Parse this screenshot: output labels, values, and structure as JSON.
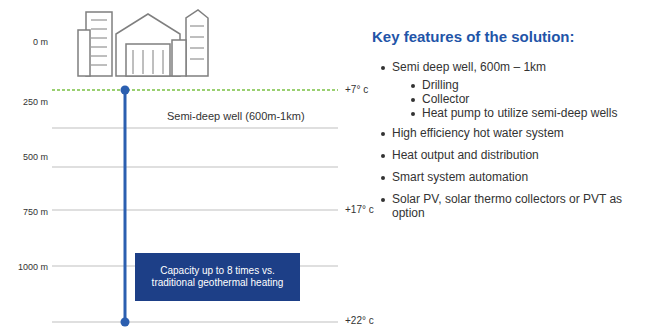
{
  "diagram": {
    "title": "Key features of the solution:",
    "nodes": [
      {
        "text": [
          "Capacity up to 8 times vs. traditional geothermal heating"
        ]
      }
    ],
    "labels": [
      "0 m",
      "250 m",
      "500 m",
      "750 m",
      "1000 m",
      "+7° c",
      "+17° c",
      "+22° c",
      "Semi-deep well (600m-1km)",
      "Semi deep well, 600m – 1km",
      "Drilling",
      "Collector",
      "Heat pump to utilize semi-deep wells",
      "High efficiency hot water system",
      "Heat output and distribution",
      "Smart system automation",
      "Solar PV, solar thermo collectors or PVT as option"
    ]
  }
}
